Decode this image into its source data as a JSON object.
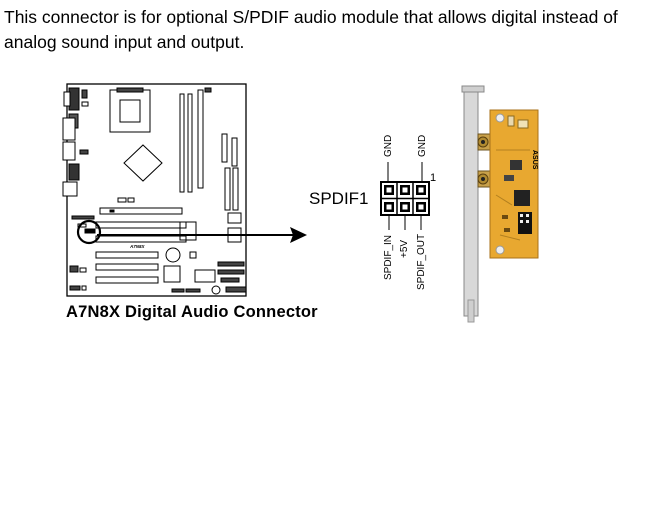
{
  "description": "This connector is for optional S/PDIF audio module that allows digital instead of analog sound input and output.",
  "caption": "A7N8X Digital Audio Connector",
  "board_label": "A7N8X",
  "connector": {
    "name": "SPDIF1",
    "pin1_marker": "1",
    "top_pins": [
      "GND",
      "GND"
    ],
    "bottom_pins": [
      "SPDIF_IN",
      "+5V",
      "SPDIF_OUT"
    ]
  },
  "module_brand": "ASUS",
  "colors": {
    "module_pcb": "#e8a830",
    "arrow": "#000000"
  }
}
